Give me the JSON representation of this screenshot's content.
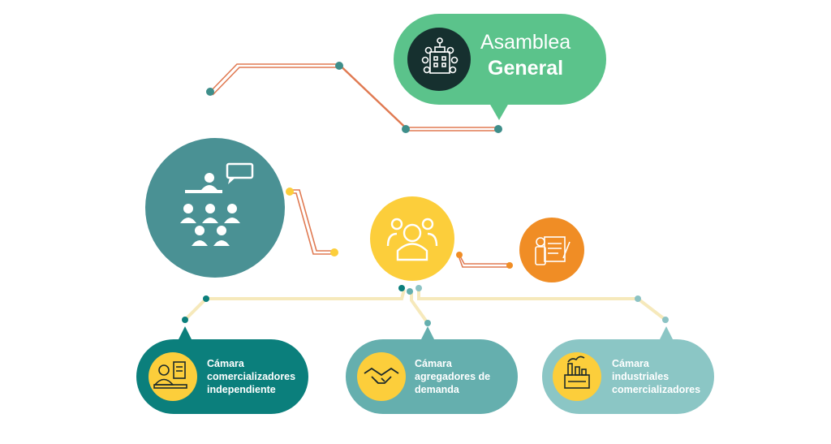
{
  "asamblea": {
    "line1": "Asamblea",
    "line2": "General",
    "icon": "building-network-icon",
    "color": "#5bc38b",
    "icon_bg": "#16302f"
  },
  "assembly_node": {
    "icon": "audience-speaker-icon",
    "color": "#4a9194"
  },
  "center_node": {
    "icon": "team-leader-icon",
    "color": "#fcce3b"
  },
  "finance_node": {
    "icon": "finance-document-icon",
    "color": "#f08d25"
  },
  "chambers": [
    {
      "lines": [
        "Cámara",
        "comercializadores",
        "independiente"
      ],
      "icon": "merchant-computer-icon",
      "color": "#0b7f7c"
    },
    {
      "lines": [
        "Cámara",
        "agregadores de",
        "demanda"
      ],
      "icon": "handshake-icon",
      "color": "#65afae"
    },
    {
      "lines": [
        "Cámara",
        "industriales",
        "comercializadores"
      ],
      "icon": "factory-icon",
      "color": "#8bc6c5"
    }
  ],
  "colors": {
    "line_orange": "#e07a52",
    "line_cream": "#f6e9bb",
    "dot_teal": "#3e8e8a",
    "dot_yellow": "#fcce3b",
    "dot_orange": "#f08d25",
    "dot_light": "#8cc3c4"
  }
}
